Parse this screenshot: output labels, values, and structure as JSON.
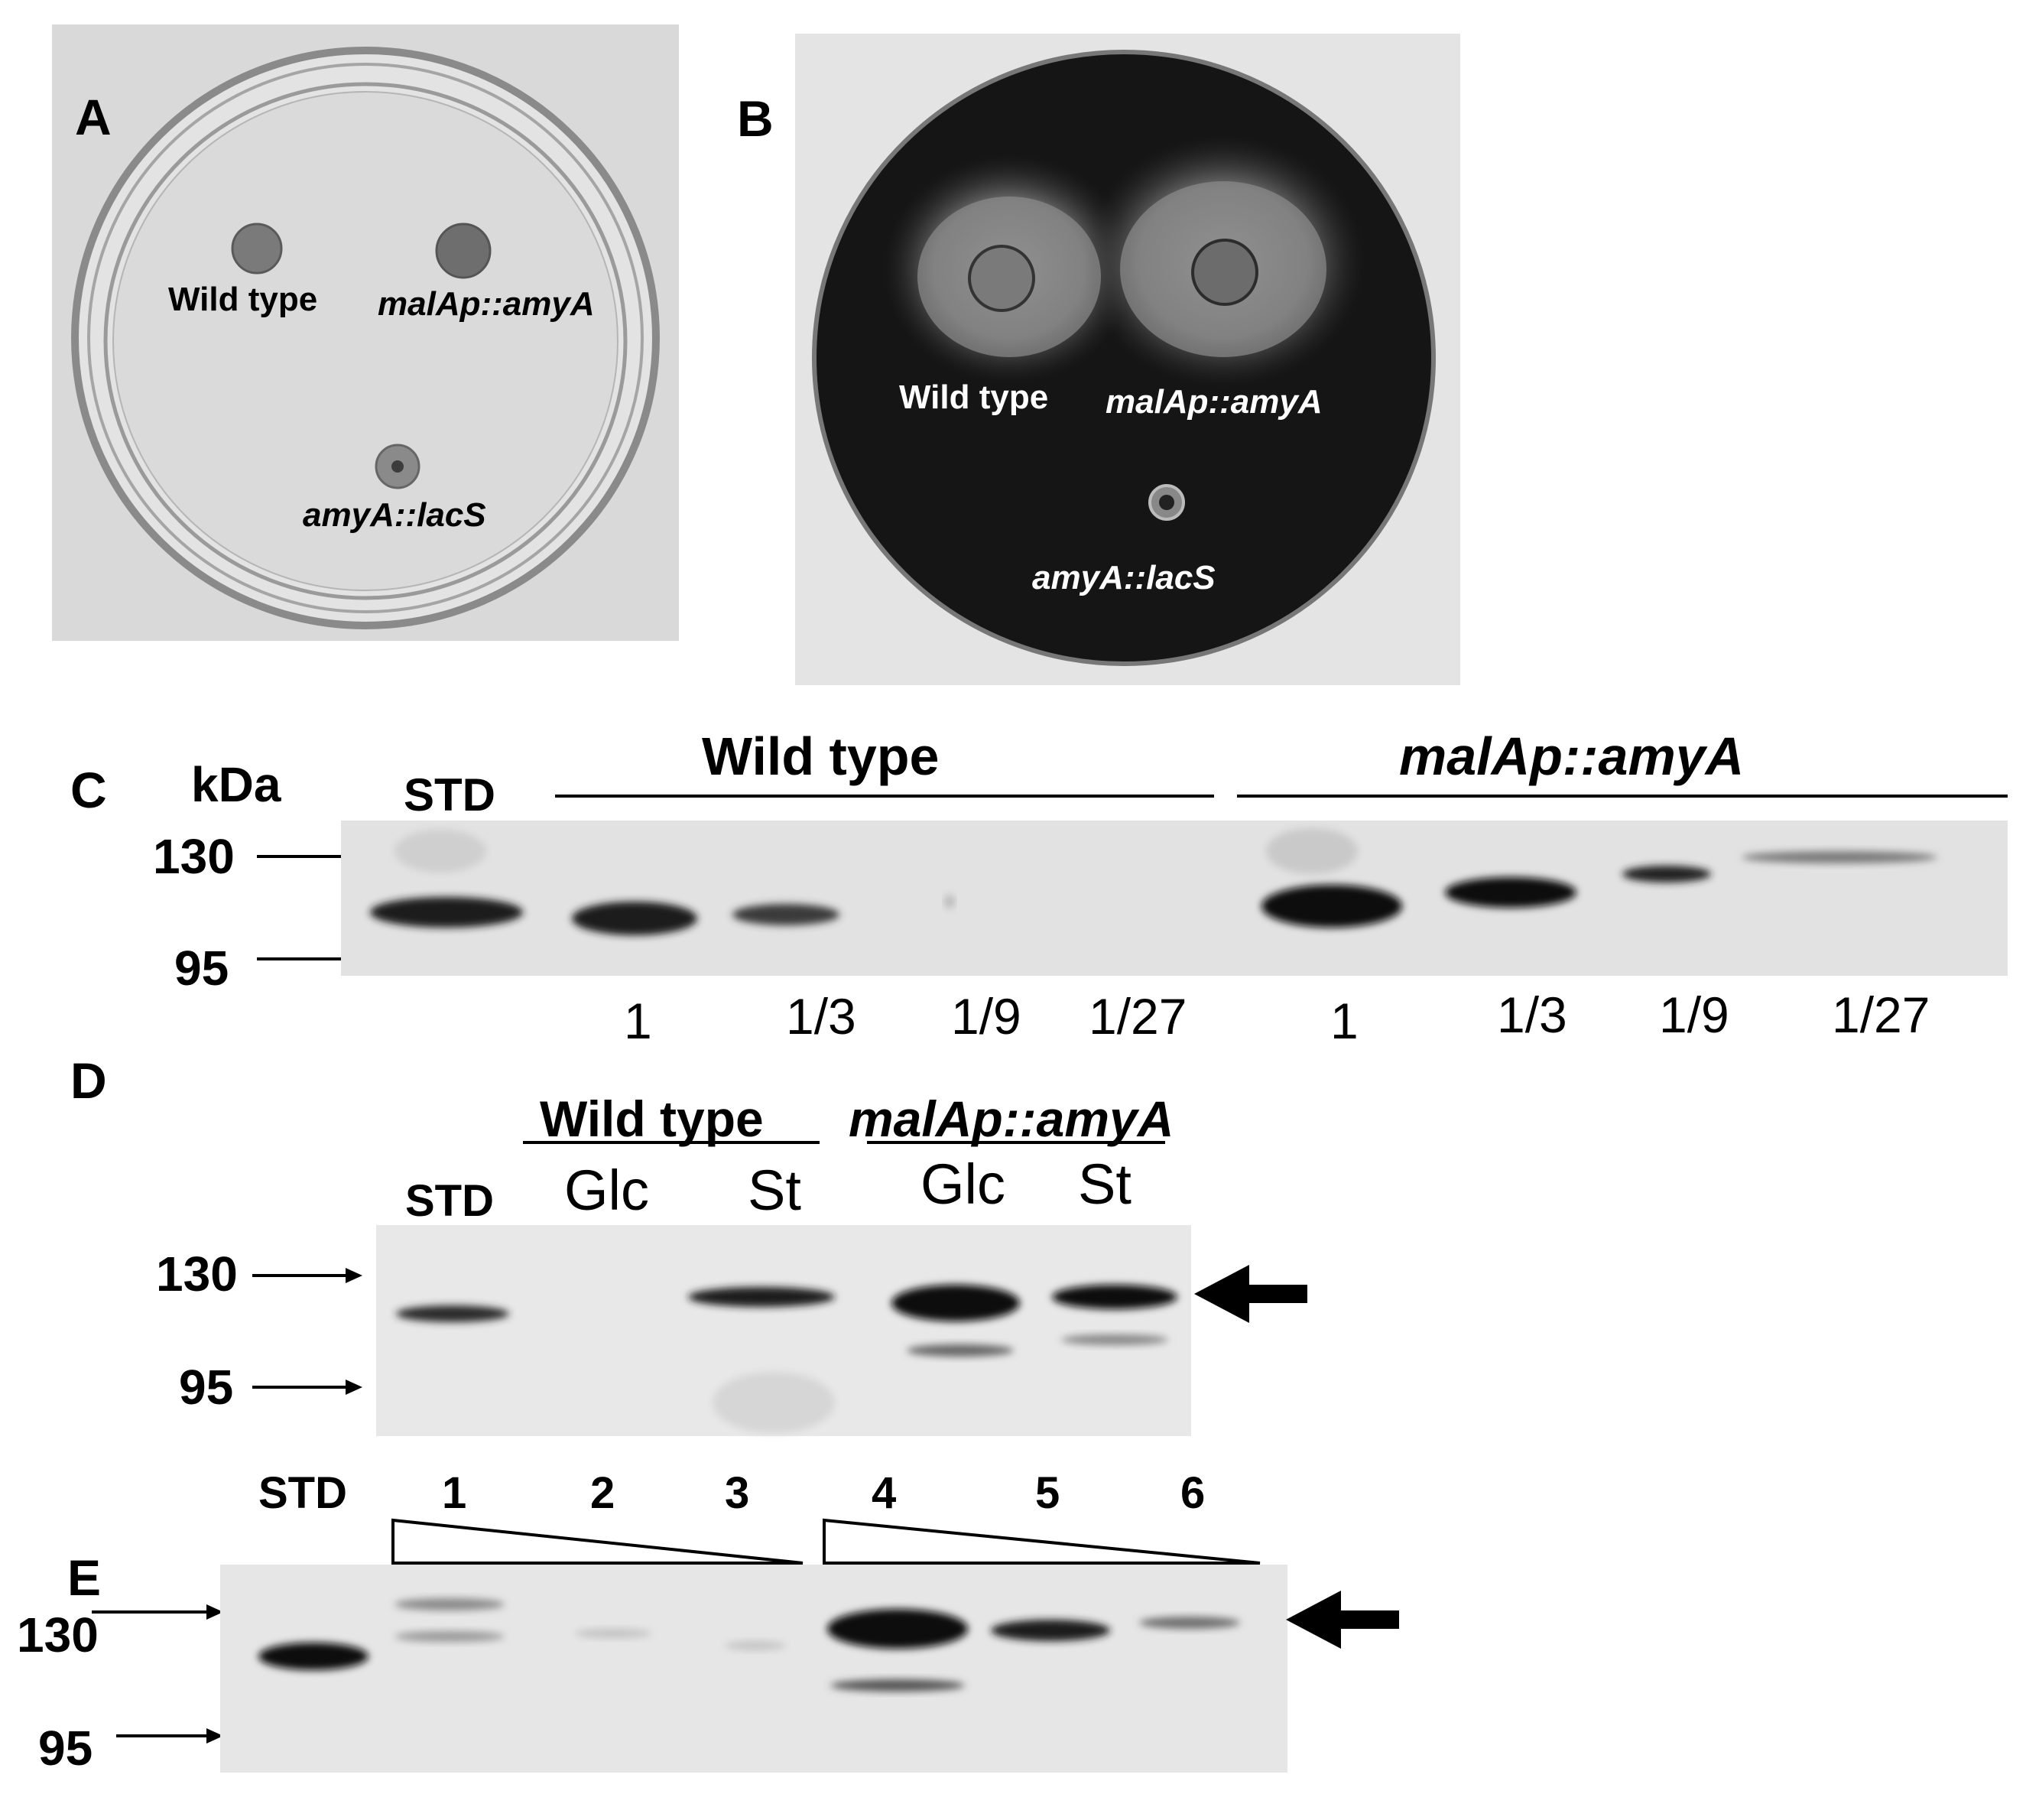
{
  "panels": {
    "a": {
      "letter": "A",
      "labels": {
        "wild_type": "Wild type",
        "malap_amya": "malAp::amyA",
        "amya_lacs": "amyA::lacS"
      }
    },
    "b": {
      "letter": "B",
      "labels": {
        "wild_type": "Wild type",
        "malap_amya": "malAp::amyA",
        "amya_lacs": "amyA::lacS"
      }
    },
    "c": {
      "letter": "C",
      "unit": "kDa",
      "std": "STD",
      "group_wt": "Wild type",
      "group_mal": "malAp::amyA",
      "markers": [
        "130",
        "95"
      ],
      "dilutions_wt": [
        "1",
        "1/3",
        "1/9",
        "1/27"
      ],
      "dilutions_mal": [
        "1",
        "1/3",
        "1/9",
        "1/27"
      ]
    },
    "d": {
      "letter": "D",
      "std": "STD",
      "group_wt": "Wild type",
      "group_mal": "malAp::amyA",
      "conditions": [
        "Glc",
        "St",
        "Glc",
        "St"
      ],
      "markers": [
        "130",
        "95"
      ]
    },
    "e": {
      "letter": "E",
      "std": "STD",
      "lanes": [
        "1",
        "2",
        "3",
        "4",
        "5",
        "6"
      ],
      "markers": [
        "130",
        "95"
      ]
    }
  }
}
